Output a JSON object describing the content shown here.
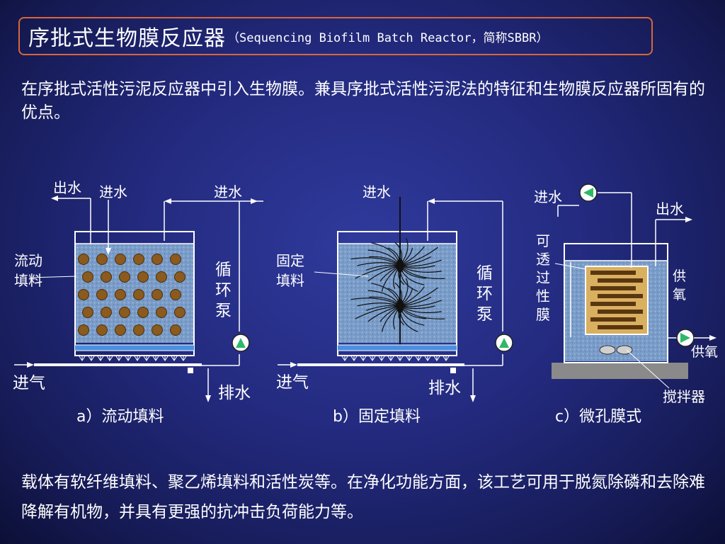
{
  "title": {
    "main": "序批式生物膜反应器",
    "sub": "（Sequencing Biofilm Batch Reactor，简称SBBR）"
  },
  "intro": "在序批式活性污泥反应器中引入生物膜。兼具序批式活性污泥法的特征和生物膜反应器所固有的优点。",
  "footer": "载体有软纤维填料、聚乙烯填料和活性炭等。在净化功能方面，该工艺可用于脱氮除磷和去除难降解有机物，并具有更强的抗冲击负荷能力等。",
  "diagram_a": {
    "outlet": "出水",
    "inlet": "进水",
    "inlet_pump": "进水",
    "media": [
      "流动",
      "填料"
    ],
    "pump": [
      "循",
      "环",
      "泵"
    ],
    "air": "进气",
    "drain": "排水",
    "caption": "a）流动填料"
  },
  "diagram_b": {
    "inlet": "进水",
    "media": [
      "固定",
      "填料"
    ],
    "pump": [
      "循",
      "环",
      "泵"
    ],
    "air": "进气",
    "drain": "排水",
    "caption": "b）固定填料"
  },
  "diagram_c": {
    "inlet": "进水",
    "outlet": "出水",
    "membrane": [
      "可",
      "透",
      "过",
      "性",
      "膜"
    ],
    "oxygen_side": [
      "供",
      "氧"
    ],
    "oxygen_pump": "供氧",
    "mixer": "搅拌器",
    "caption": "c）微孔膜式"
  },
  "colors": {
    "title_border": "#d9663a",
    "tank_fill": "#7a9cc8",
    "media": "#8a5a1e",
    "pump_arrow": "#2fb86a"
  }
}
